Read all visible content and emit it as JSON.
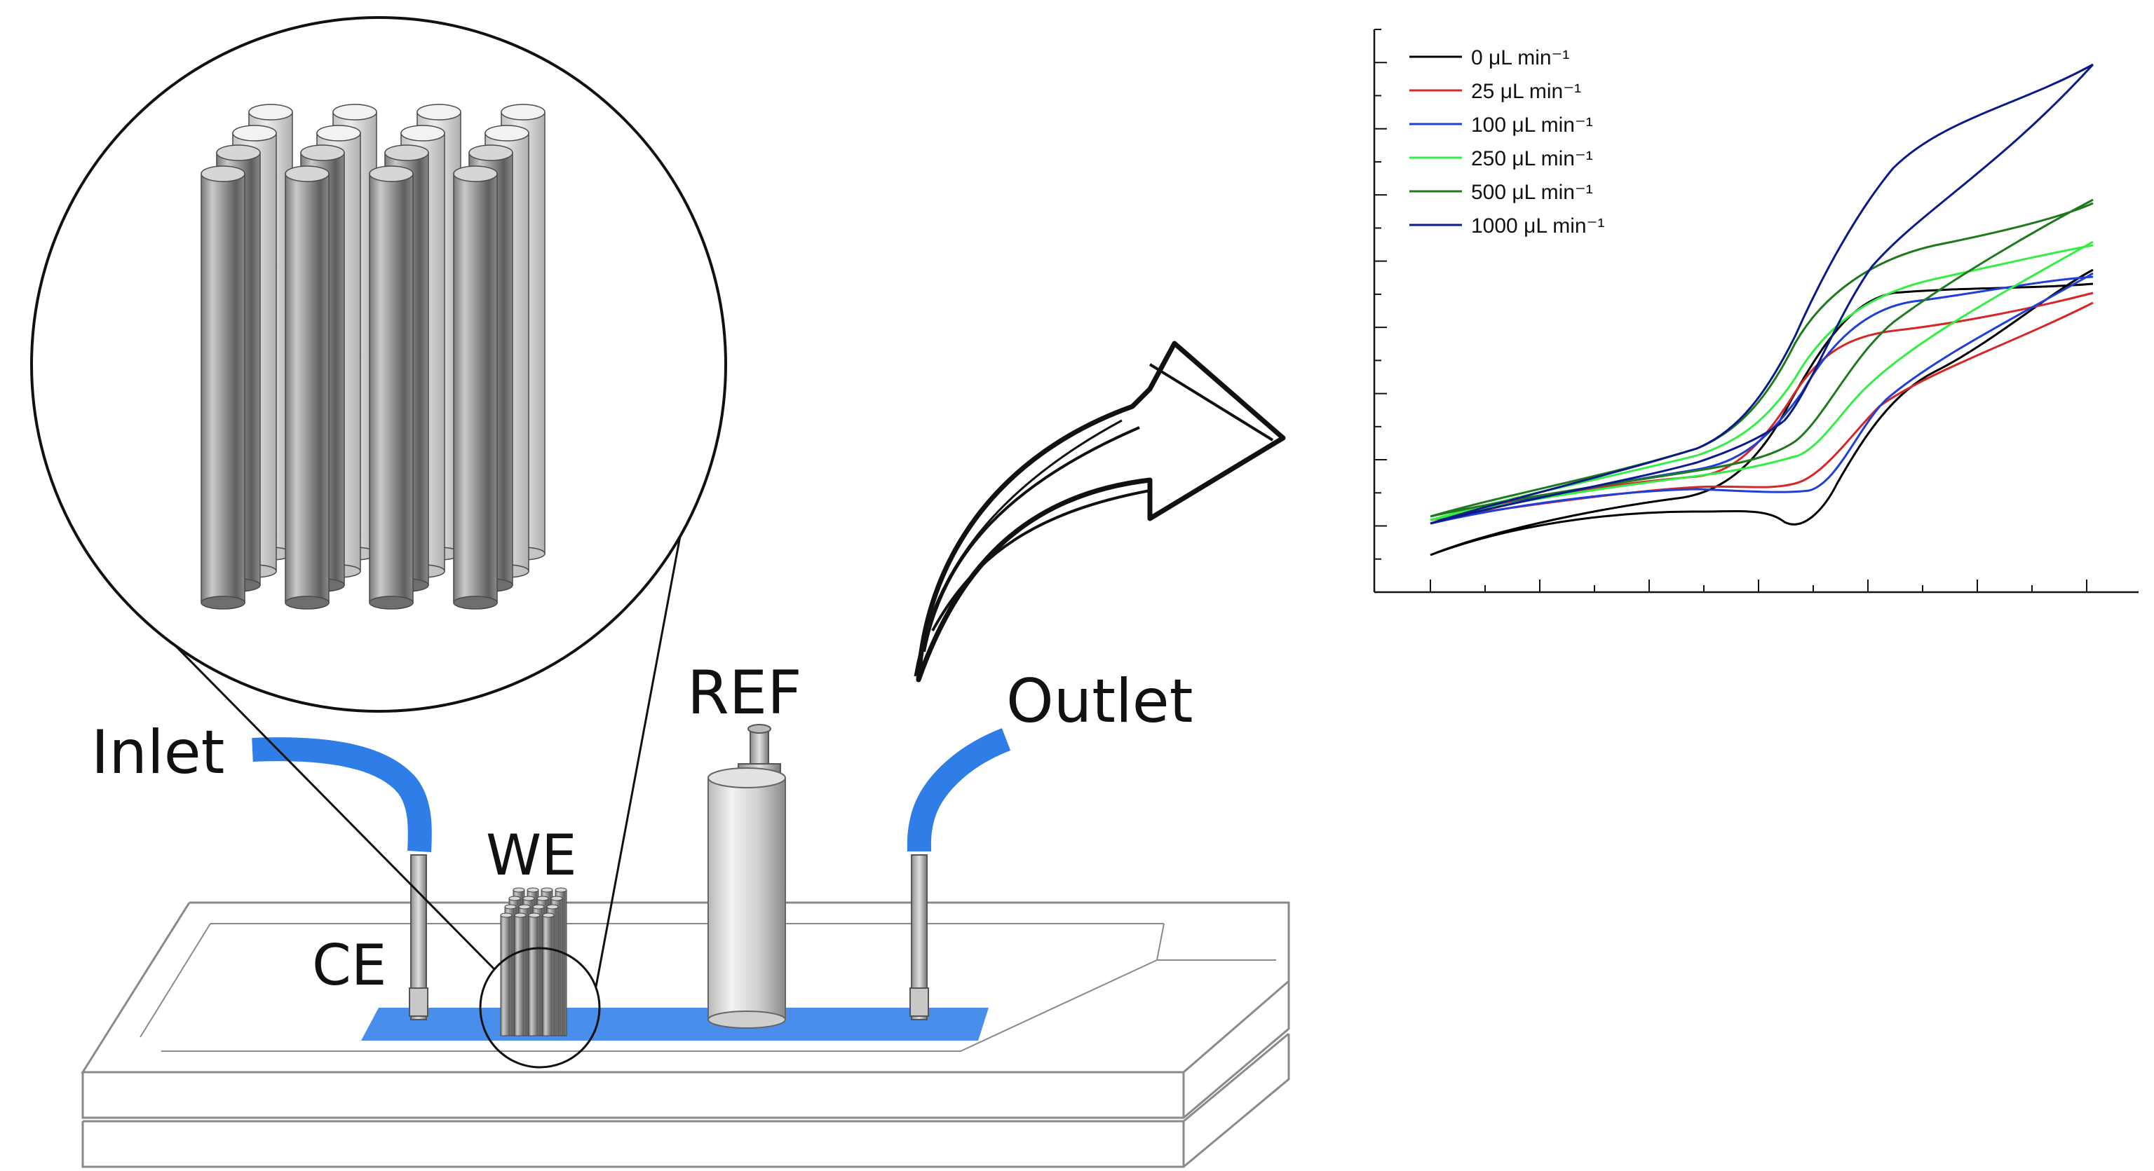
{
  "labels": {
    "inlet": "Inlet",
    "outlet": "Outlet",
    "ref": "REF",
    "we": "WE",
    "ce": "CE"
  },
  "colors": {
    "channel": "#3a84e8",
    "tubing": "#2f7de6",
    "pencil": "#555555",
    "chip_edge": "#8a8a8a"
  },
  "chart_data": {
    "type": "line",
    "xlabel": "",
    "ylabel": "",
    "x_ticks": 13,
    "y_ticks": 17,
    "series": [
      {
        "name": "0 μL min⁻¹",
        "color": "#000000"
      },
      {
        "name": "25 μL min⁻¹",
        "color": "#d62728"
      },
      {
        "name": "100 μL min⁻¹",
        "color": "#1f3fd6"
      },
      {
        "name": "250 μL min⁻¹",
        "color": "#33ee44"
      },
      {
        "name": "500 μL min⁻¹",
        "color": "#1f7a1f"
      },
      {
        "name": "1000 μL min⁻¹",
        "color": "#0a1a88"
      }
    ]
  }
}
